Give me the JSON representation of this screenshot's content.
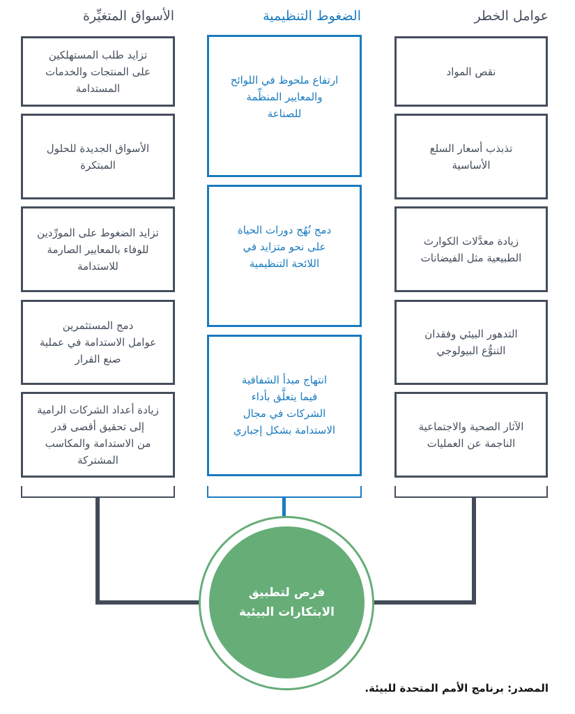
{
  "columns": {
    "risk": {
      "title": "عوامل الخطر",
      "items": [
        "نقص المواد",
        "تذبذب أسعار السلع\nالأساسية",
        "زيادة معدَّلات الكوارث\nالطبيعية مثل الفيضانات",
        "التدهور البيئي وفقدان\nالتنوُّع البيولوجي",
        "الآثار الصحية والاجتماعية\nالناجمة عن العمليات"
      ]
    },
    "regulatory": {
      "title": "الضغوط التنظيمية",
      "items": [
        "ارتفاع ملحوظ في اللوائح\nوالمعايير المنظِّمة\nللصناعة",
        "دمج نُهُج دورات الحياة\nعلى نحو متزايد في\nاللائحة التنظيمية",
        "انتهاج مبدأ الشفافية\nفيما يتعلَّق بأداء\nالشركات في مجال\nالاستدامة بشكل إجباري"
      ]
    },
    "markets": {
      "title": "الأسواق المتغيِّرة",
      "items": [
        "تزايد طلب المستهلكين\nعلى المنتجات والخدمات\nالمستدامة",
        "الأسواق الجديدة للحلول\nالمبتكرة",
        "تزايد الضغوط على المورِّدين\nللوفاء بالمعايير الصارمة\nللاستدامة",
        "دمج المستثمرين\nعوامل الاستدامة في عملية\nصنع القرار",
        "زيادة أعداد الشركات الرامية\nإلى تحقيق أقصى قدر\nمن الاستدامة والمكاسب\nالمشتركة"
      ]
    }
  },
  "center": {
    "label": "فرص لتطبيق\nالابتكارات البيئية"
  },
  "source": "المصدر: برنامج الأمم المتحدة للبيئة.",
  "colors": {
    "gray": "#454e5c",
    "blue": "#1a7bbf",
    "green": "#66ad78"
  }
}
